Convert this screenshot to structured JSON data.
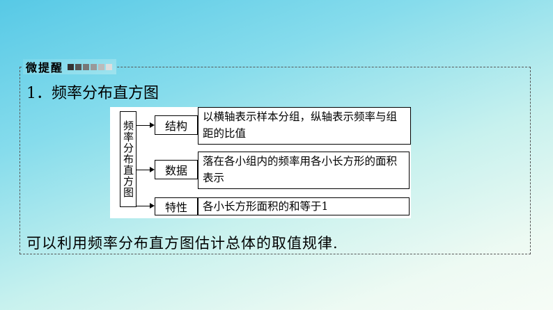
{
  "tag": {
    "text": "微提醒",
    "squares": [
      "#333333",
      "#555555",
      "#777777",
      "#999999",
      "#bbbbbb",
      "#dddddd"
    ]
  },
  "heading": "1．频率分布直方图",
  "diagram": {
    "vertical_label": "频率分布直方图",
    "rows": [
      {
        "label": "结构",
        "description": "以横轴表示样本分组，纵轴表示频率与组距的比值"
      },
      {
        "label": "数据",
        "description": "落在各小组内的频率用各小长方形的面积表示"
      },
      {
        "label": "特性",
        "description": "各小长方形面积的和等于1"
      }
    ]
  },
  "footer": "可以利用频率分布直方图估计总体的取值规律."
}
